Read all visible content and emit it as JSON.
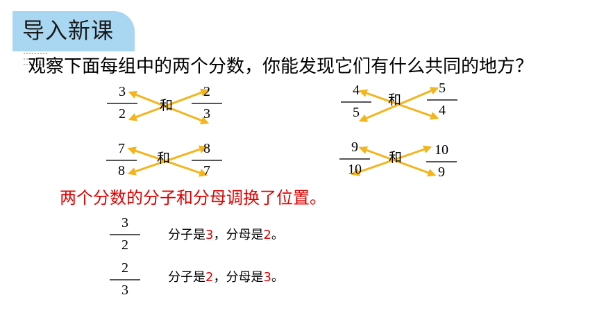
{
  "header": {
    "badge_title": "导入新课"
  },
  "question": "观察下面每组中的两个分数，你能发现它们有什么共同的地方？",
  "groups": [
    {
      "left": {
        "numerator": "3",
        "denominator": "2"
      },
      "conjunction": "和",
      "right": {
        "numerator": "2",
        "denominator": "3"
      }
    },
    {
      "left": {
        "numerator": "4",
        "denominator": "5"
      },
      "conjunction": "和",
      "right": {
        "numerator": "5",
        "denominator": "4"
      }
    },
    {
      "left": {
        "numerator": "7",
        "denominator": "8"
      },
      "conjunction": "和",
      "right": {
        "numerator": "8",
        "denominator": "7"
      }
    },
    {
      "left": {
        "numerator": "9",
        "denominator": "10"
      },
      "conjunction": "和",
      "right": {
        "numerator": "10",
        "denominator": "9"
      }
    }
  ],
  "statement": "两个分数的分子和分母调换了位置。",
  "examples": [
    {
      "numerator": "3",
      "denominator": "2",
      "text_prefix": "分子是",
      "num_value": "3",
      "text_mid": "，分母是",
      "den_value": "2",
      "text_suffix": "。"
    },
    {
      "numerator": "2",
      "denominator": "3",
      "text_prefix": "分子是",
      "num_value": "2",
      "text_mid": "，分母是",
      "den_value": "3",
      "text_suffix": "。"
    }
  ],
  "colors": {
    "badge": "#a9d7f1",
    "arrow": "#f4b41a",
    "highlight": "#e00000"
  },
  "icons": {
    "arrow": "double-headed-arrow"
  }
}
